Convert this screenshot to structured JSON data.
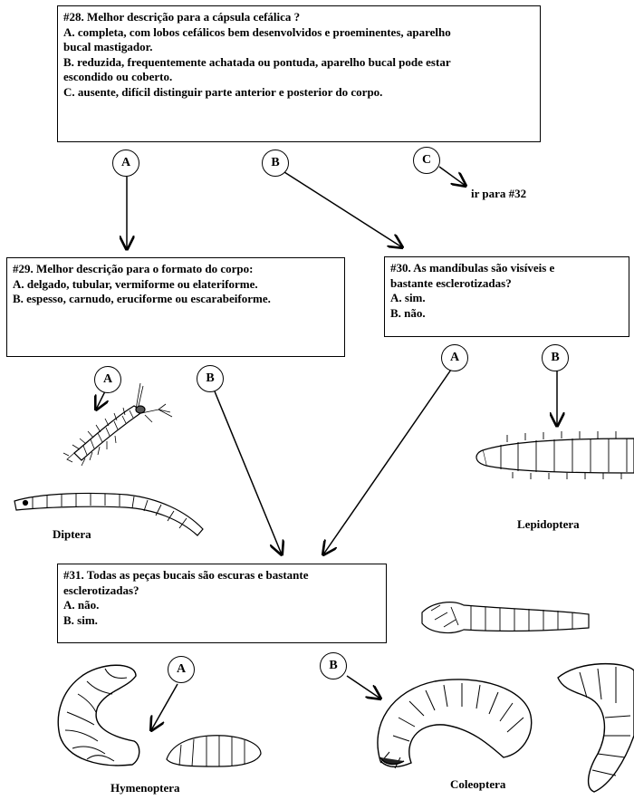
{
  "q28": {
    "title": "#28. Melhor descrição para a cápsula cefálica ?",
    "lines": [
      "A. completa, com lobos cefálicos bem desenvolvidos e proeminentes, aparelho",
      "bucal mastigador.",
      "B. reduzida, frequentemente achatada ou pontuda, aparelho bucal pode estar",
      "escondido ou coberto.",
      "C. ausente, difícil distinguir parte anterior e posterior do corpo."
    ]
  },
  "q29": {
    "title": "#29. Melhor descrição para o formato do corpo:",
    "lines": [
      "A. delgado, tubular, vermiforme ou elateriforme.",
      "B. espesso, carnudo, eruciforme ou escarabeiforme."
    ]
  },
  "q30": {
    "title": "#30. As mandíbulas são visíveis e",
    "lines": [
      "bastante esclerotizadas?",
      "A. sim.",
      "B. não."
    ]
  },
  "q31": {
    "title": "#31. Todas as peças bucais são escuras e bastante",
    "lines": [
      "esclerotizadas?",
      "A. não.",
      "B. sim."
    ]
  },
  "circles": {
    "q28_a": "A",
    "q28_b": "B",
    "q28_c": "C",
    "q29_a": "A",
    "q29_b": "B",
    "q30_a": "A",
    "q30_b": "B",
    "q31_a": "A",
    "q31_b": "B"
  },
  "goto_text": "ir para #32",
  "taxa": {
    "diptera": "Diptera",
    "lepidoptera": "Lepidoptera",
    "hymenoptera": "Hymenoptera",
    "coleoptera": "Coleoptera"
  }
}
